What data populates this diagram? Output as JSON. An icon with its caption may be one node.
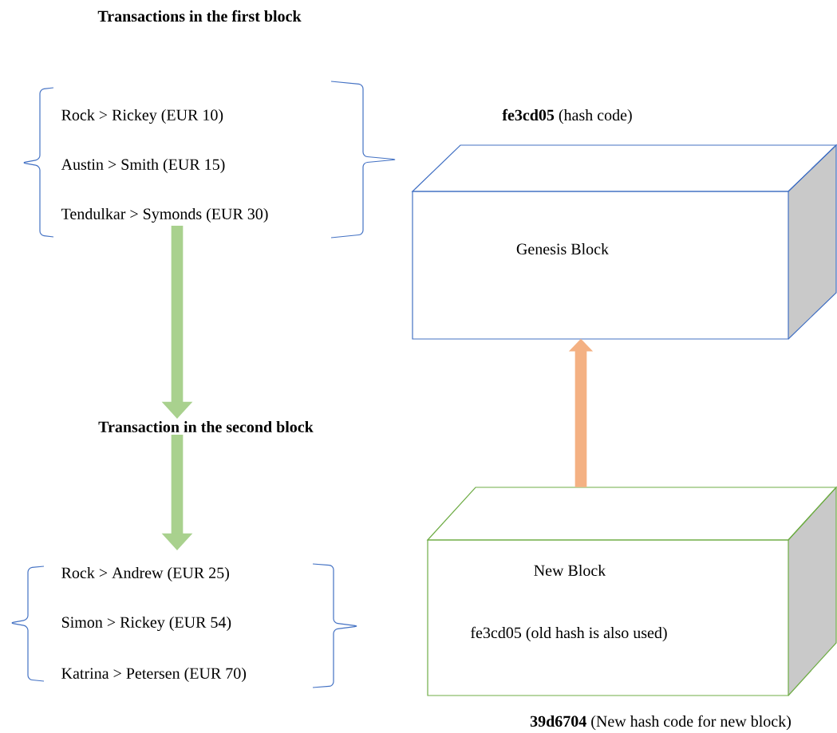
{
  "diagram": {
    "nodes": [
      {
        "text": [
          "Rock > Rickey (EUR 10)",
          "Austin > Smith (EUR 15)",
          "Tendulkar > Symonds (EUR 30)"
        ]
      },
      {
        "text": [
          "Transaction in the second block"
        ]
      },
      {
        "text": [
          "Rock > Andrew (EUR 25)",
          "Simon > Rickey (EUR 54)",
          "Katrina > Petersen (EUR 70)"
        ]
      },
      {
        "text": [
          "**fe3cd05** (hash code)",
          "Genesis Block"
        ]
      },
      {
        "text": [
          "New Block",
          "fe3cd05 (old hash is also used)"
        ],
        "beside": [
          "**39d6704** (New hash code for new block)"
        ]
      }
    ],
    "edges": [
      {
        "from": 0,
        "to": 1,
        "arrow": "to"
      },
      {
        "from": 1,
        "to": 2,
        "arrow": "to"
      },
      {
        "from": 4,
        "to": 3,
        "arrow": "to",
        "color": "#f4b183"
      }
    ],
    "labels": [
      "Transactions in the first block"
    ]
  }
}
